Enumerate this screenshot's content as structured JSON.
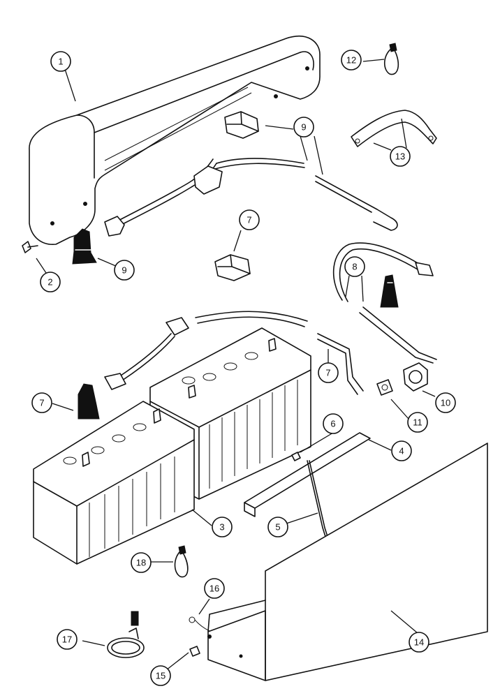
{
  "diagram": {
    "callouts": [
      {
        "id": "c1",
        "label": "1"
      },
      {
        "id": "c2",
        "label": "2"
      },
      {
        "id": "c3",
        "label": "3"
      },
      {
        "id": "c4",
        "label": "4"
      },
      {
        "id": "c5",
        "label": "5"
      },
      {
        "id": "c6",
        "label": "6"
      },
      {
        "id": "c7a",
        "label": "7"
      },
      {
        "id": "c7b",
        "label": "7"
      },
      {
        "id": "c7c",
        "label": "7"
      },
      {
        "id": "c8",
        "label": "8"
      },
      {
        "id": "c9a",
        "label": "9"
      },
      {
        "id": "c9b",
        "label": "9"
      },
      {
        "id": "c10",
        "label": "10"
      },
      {
        "id": "c11",
        "label": "11"
      },
      {
        "id": "c12",
        "label": "12"
      },
      {
        "id": "c13",
        "label": "13"
      },
      {
        "id": "c14",
        "label": "14"
      },
      {
        "id": "c15",
        "label": "15"
      },
      {
        "id": "c16",
        "label": "16"
      },
      {
        "id": "c17",
        "label": "17"
      },
      {
        "id": "c18",
        "label": "18"
      }
    ]
  }
}
